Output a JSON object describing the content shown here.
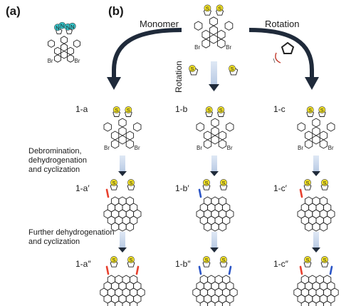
{
  "panels": {
    "a": "(a)",
    "b": "(b)"
  },
  "labels": {
    "monomer": "Monomer",
    "rotation_right": "Rotation",
    "rotation_vertical": "Rotation"
  },
  "atoms": {
    "br": "Br",
    "s": "S",
    "n": "N"
  },
  "steps": {
    "step1": [
      "Debromination,",
      "dehydrogenation",
      "and cyclization"
    ],
    "step2": [
      "Further dehydrogenation",
      "and cyclization"
    ]
  },
  "compounds": {
    "row1": [
      "1-a",
      "1-b",
      "1-c"
    ],
    "row2": [
      "1-a′",
      "1-b′",
      "1-c′"
    ],
    "row3": [
      "1-a″",
      "1-b″",
      "1-c″"
    ]
  },
  "colors": {
    "sulfur": "#f2e224",
    "nitrogen": "#33c3c8",
    "new_bond_red": "#e8402e",
    "new_bond_blue": "#2b55c6",
    "arrow": "#1f2a3a",
    "arrow_light": "#c5d6ec"
  }
}
